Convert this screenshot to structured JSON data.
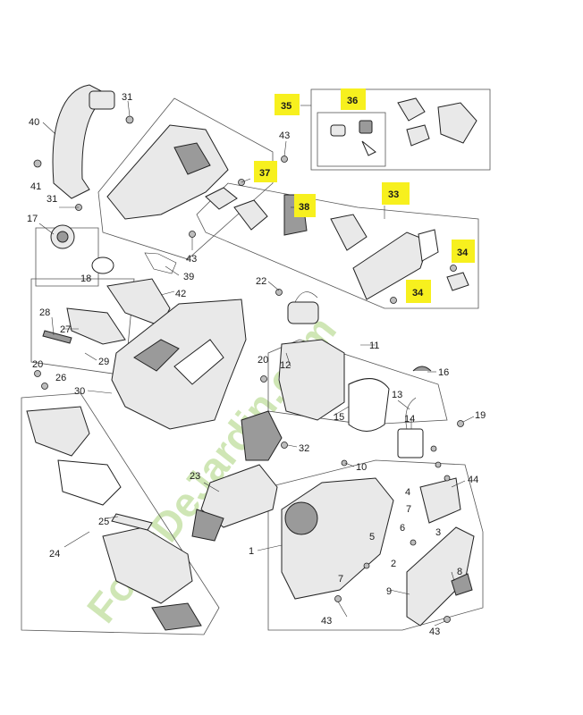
{
  "watermark": "ForetDeJardin.com",
  "colors": {
    "highlight": "#f7f01e",
    "watermark": "#a8d27a",
    "line": "#222222"
  },
  "callouts": [
    {
      "id": "c1",
      "text": "1",
      "highlight": false
    },
    {
      "id": "c2",
      "text": "2",
      "highlight": false
    },
    {
      "id": "c3",
      "text": "3",
      "highlight": false
    },
    {
      "id": "c4",
      "text": "4",
      "highlight": false
    },
    {
      "id": "c5",
      "text": "5",
      "highlight": false
    },
    {
      "id": "c6",
      "text": "6",
      "highlight": false
    },
    {
      "id": "c7a",
      "text": "7",
      "highlight": false
    },
    {
      "id": "c7b",
      "text": "7",
      "highlight": false
    },
    {
      "id": "c8",
      "text": "8",
      "highlight": false
    },
    {
      "id": "c9",
      "text": "9",
      "highlight": false
    },
    {
      "id": "c10",
      "text": "10",
      "highlight": false
    },
    {
      "id": "c11",
      "text": "11",
      "highlight": false
    },
    {
      "id": "c12",
      "text": "12",
      "highlight": false
    },
    {
      "id": "c13",
      "text": "13",
      "highlight": false
    },
    {
      "id": "c14",
      "text": "14",
      "highlight": false
    },
    {
      "id": "c15",
      "text": "15",
      "highlight": false
    },
    {
      "id": "c16",
      "text": "16",
      "highlight": false
    },
    {
      "id": "c17",
      "text": "17",
      "highlight": false
    },
    {
      "id": "c18",
      "text": "18",
      "highlight": false
    },
    {
      "id": "c19",
      "text": "19",
      "highlight": false
    },
    {
      "id": "c20a",
      "text": "20",
      "highlight": false
    },
    {
      "id": "c20b",
      "text": "20",
      "highlight": false
    },
    {
      "id": "c22",
      "text": "22",
      "highlight": false
    },
    {
      "id": "c23",
      "text": "23",
      "highlight": false
    },
    {
      "id": "c24",
      "text": "24",
      "highlight": false
    },
    {
      "id": "c25",
      "text": "25",
      "highlight": false
    },
    {
      "id": "c26",
      "text": "26",
      "highlight": false
    },
    {
      "id": "c27",
      "text": "27",
      "highlight": false
    },
    {
      "id": "c28",
      "text": "28",
      "highlight": false
    },
    {
      "id": "c29",
      "text": "29",
      "highlight": false
    },
    {
      "id": "c30",
      "text": "30",
      "highlight": false
    },
    {
      "id": "c31a",
      "text": "31",
      "highlight": false
    },
    {
      "id": "c31b",
      "text": "31",
      "highlight": false
    },
    {
      "id": "c32",
      "text": "32",
      "highlight": false
    },
    {
      "id": "c33",
      "text": "33",
      "highlight": true
    },
    {
      "id": "c34a",
      "text": "34",
      "highlight": true
    },
    {
      "id": "c34b",
      "text": "34",
      "highlight": true
    },
    {
      "id": "c35",
      "text": "35",
      "highlight": true
    },
    {
      "id": "c36",
      "text": "36",
      "highlight": true
    },
    {
      "id": "c37",
      "text": "37",
      "highlight": true
    },
    {
      "id": "c38",
      "text": "38",
      "highlight": true
    },
    {
      "id": "c39",
      "text": "39",
      "highlight": false
    },
    {
      "id": "c40",
      "text": "40",
      "highlight": false
    },
    {
      "id": "c41",
      "text": "41",
      "highlight": false
    },
    {
      "id": "c42",
      "text": "42",
      "highlight": false
    },
    {
      "id": "c43a",
      "text": "43",
      "highlight": false
    },
    {
      "id": "c43b",
      "text": "43",
      "highlight": false
    },
    {
      "id": "c43c",
      "text": "43",
      "highlight": false
    },
    {
      "id": "c43d",
      "text": "43",
      "highlight": false
    },
    {
      "id": "c44",
      "text": "44",
      "highlight": false
    }
  ]
}
